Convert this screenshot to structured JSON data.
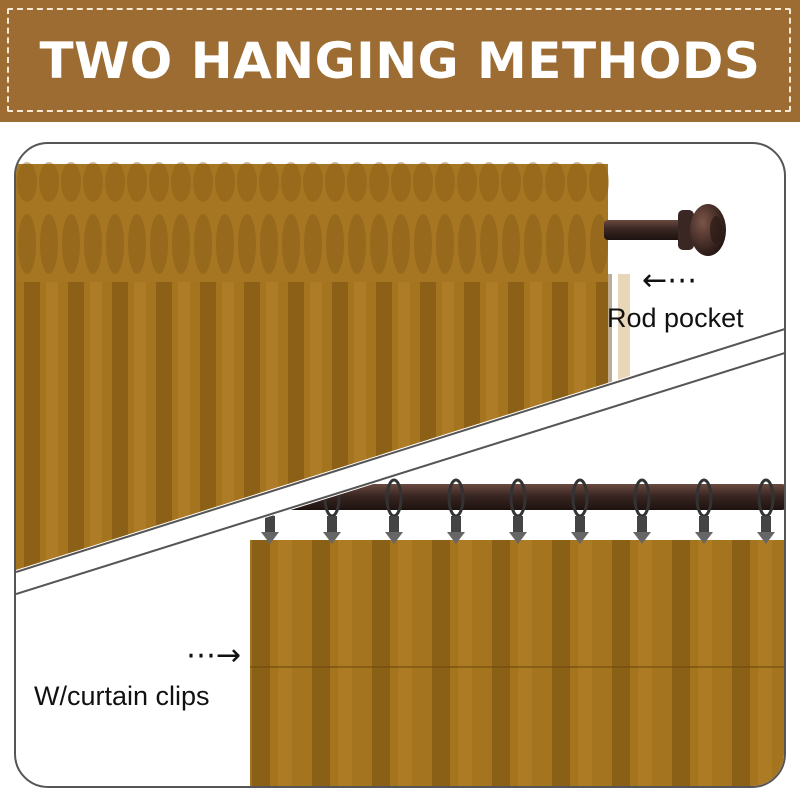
{
  "banner": {
    "title": "TWO HANGING METHODS",
    "background_color": "#9c6c32",
    "text_color": "#ffffff"
  },
  "panels": [
    {
      "label": "Rod pocket",
      "arrow_icon": "arrow-left-icon"
    },
    {
      "label": "W/curtain clips",
      "arrow_icon": "arrow-right-icon"
    }
  ],
  "colors": {
    "velvet": "#a5741f",
    "velvet_dark": "#6f4a0e",
    "rod": "#3a2622",
    "frame_border": "#555555"
  },
  "clip_count": 9
}
